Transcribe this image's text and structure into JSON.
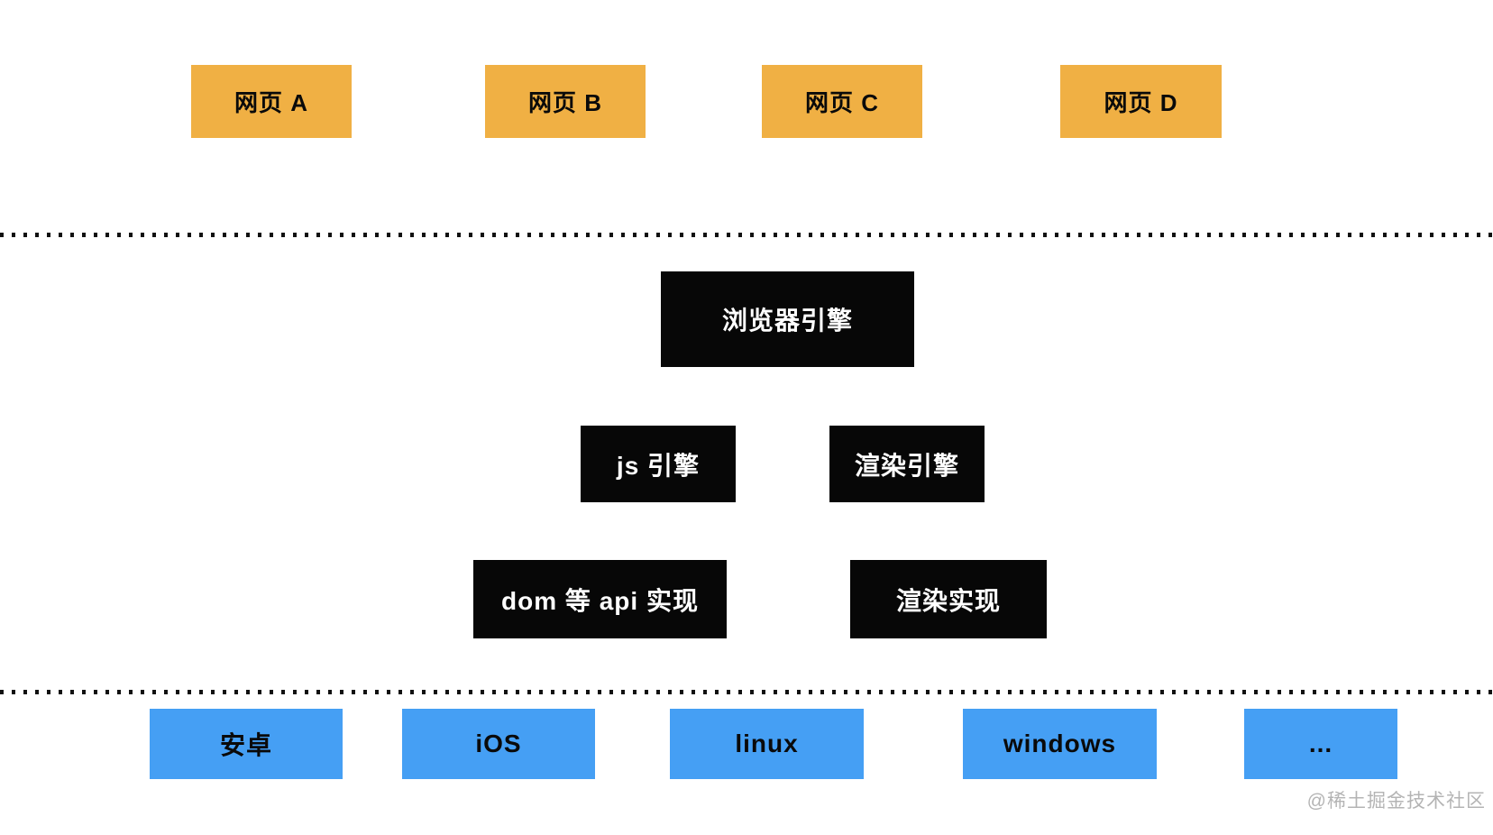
{
  "diagram": {
    "webpages": [
      {
        "label": "网页 A"
      },
      {
        "label": "网页 B"
      },
      {
        "label": "网页 C"
      },
      {
        "label": "网页 D"
      }
    ],
    "browser_engine": {
      "label": "浏览器引擎"
    },
    "engines": [
      {
        "label": "js 引擎"
      },
      {
        "label": "渲染引擎"
      }
    ],
    "implementations": [
      {
        "label": "dom 等 api 实现"
      },
      {
        "label": "渲染实现"
      }
    ],
    "platforms": [
      {
        "label": "安卓"
      },
      {
        "label": "iOS"
      },
      {
        "label": "linux"
      },
      {
        "label": "windows"
      },
      {
        "label": "..."
      }
    ],
    "watermark": "@稀土掘金技术社区",
    "colors": {
      "webpage_box": "#F0B044",
      "engine_box": "#070707",
      "engine_text": "#FFFFFF",
      "platform_box": "#459FF4",
      "box_text": "#0A0A0A",
      "divider_dot": "#111111",
      "watermark_text": "#9C9C9C"
    }
  }
}
